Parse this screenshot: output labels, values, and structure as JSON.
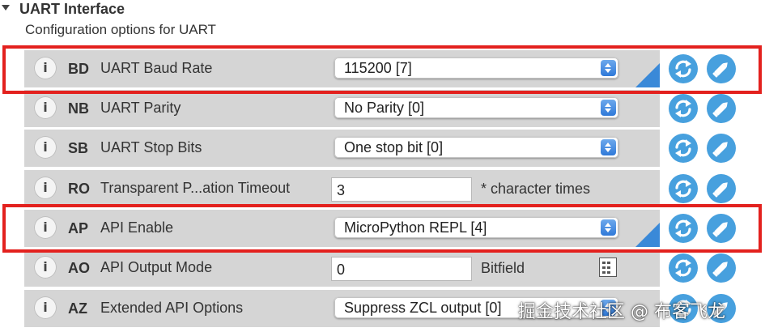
{
  "section": {
    "title": "UART Interface",
    "subtitle": "Configuration options for UART"
  },
  "settings": [
    {
      "code": "BD",
      "label": "UART Baud Rate",
      "control": "select",
      "value": "115200 [7]",
      "modified": true
    },
    {
      "code": "NB",
      "label": "UART Parity",
      "control": "select",
      "value": "No Parity [0]",
      "modified": false
    },
    {
      "code": "SB",
      "label": "UART Stop Bits",
      "control": "select",
      "value": "One stop bit [0]",
      "modified": false
    },
    {
      "code": "RO",
      "label": "Transparent P...ation Timeout",
      "control": "text",
      "value": "3",
      "suffix": "* character times",
      "modified": false
    },
    {
      "code": "AP",
      "label": "API Enable",
      "control": "select",
      "value": "MicroPython REPL [4]",
      "modified": true
    },
    {
      "code": "AO",
      "label": "API Output Mode",
      "control": "text",
      "value": "0",
      "suffix": "Bitfield",
      "modified": false,
      "has_calculator": true
    },
    {
      "code": "AZ",
      "label": "Extended API Options",
      "control": "select",
      "value": "Suppress ZCL output [0]",
      "modified": false
    }
  ],
  "info_glyph": "i",
  "icons": {
    "info": "info-icon",
    "read": "refresh-icon",
    "write": "pencil-icon",
    "calculator": "calculator-icon",
    "modified_marker": "modified-corner-icon"
  },
  "colors": {
    "row_bg": "#d5d5d5",
    "action_button": "#47a0de",
    "modified_corner": "#3a89d8",
    "highlight": "#e3211e"
  },
  "watermark": "掘金技术社区 @ 布客飞龙"
}
